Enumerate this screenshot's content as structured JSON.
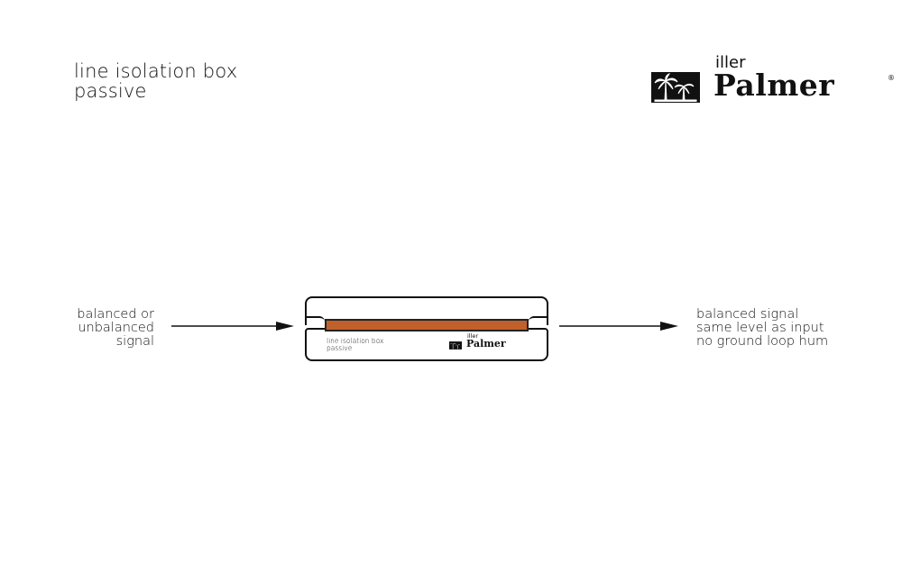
{
  "title": {
    "line1": "line isolation box",
    "line2": "passive"
  },
  "brand": {
    "prefix": "iller",
    "name": "Palmer",
    "registered": "®",
    "icon": "palm-tree-icon"
  },
  "input_label": {
    "line1": "balanced or",
    "line2": "unbalanced",
    "line3": "signal"
  },
  "output_label": {
    "line1": "balanced signal",
    "line2": "same level as input",
    "line3": "no ground loop hum"
  },
  "device": {
    "label_line1": "line isolation box",
    "label_line2": "passive",
    "brand_prefix": "iller",
    "brand_name": "Palmer",
    "stripe_color": "#c0602a"
  }
}
